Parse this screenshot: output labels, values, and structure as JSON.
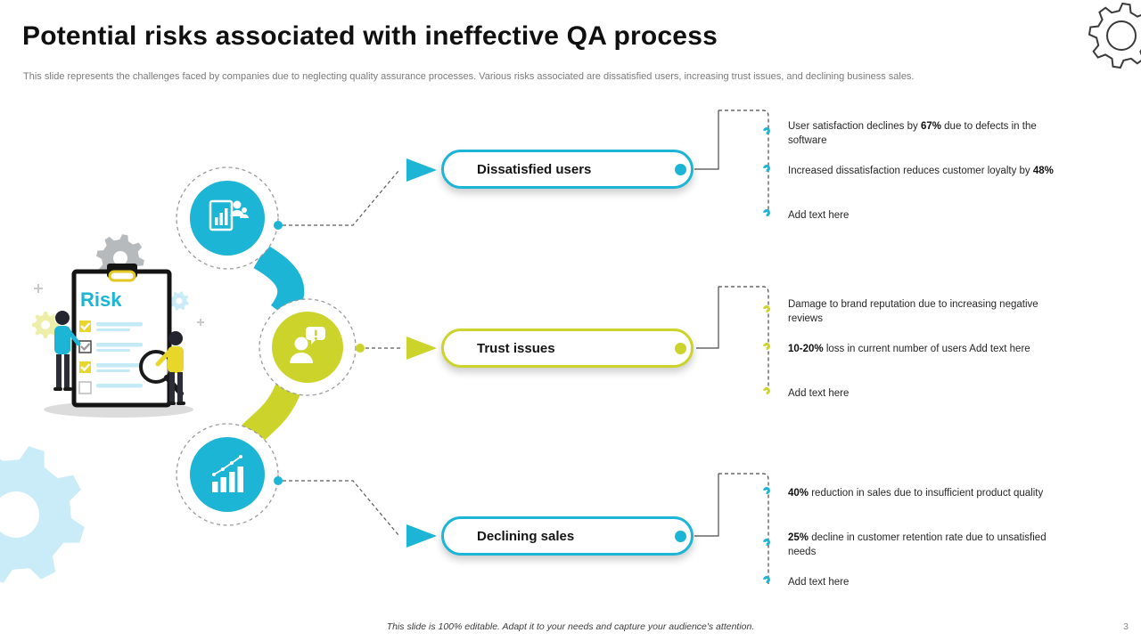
{
  "slide": {
    "title": "Potential risks associated with ineffective QA process",
    "subtitle": "This slide represents the challenges faced by companies due to neglecting quality assurance processes. Various risks associated are dissatisfied users, increasing trust issues, and declining business sales.",
    "footer": "This slide is 100% editable. Adapt it to your needs and capture your audience's attention.",
    "page_number": "3"
  },
  "illustration": {
    "risk_label": "Risk"
  },
  "icons": {
    "top_right": "gear",
    "bottom_left": "gear",
    "node_1": "report-with-users",
    "node_2": "user-with-exclamation-bubble",
    "node_3": "growth-bar-chart",
    "left_scene": "risk-clipboard-checklist-with-people-and-magnifier"
  },
  "colors": {
    "accent_cyan": "#1cb5d6",
    "accent_yellow": "#ccd32b",
    "light_blue": "#c9ecf8",
    "text_dark": "#101010",
    "text_gray": "#7a7a7a"
  },
  "groups": [
    {
      "label": "Dissatisfied users",
      "bullets": [
        {
          "pre": "User satisfaction declines by ",
          "bold": "67%",
          "post": " due to defects in the software"
        },
        {
          "pre": "Increased dissatisfaction reduces customer loyalty by ",
          "bold": "48%",
          "post": ""
        },
        {
          "pre": "Add text here",
          "bold": "",
          "post": ""
        }
      ]
    },
    {
      "label": "Trust issues",
      "bullets": [
        {
          "pre": "Damage to brand reputation due to increasing negative reviews",
          "bold": "",
          "post": ""
        },
        {
          "pre": "",
          "bold": "10-20%",
          "post": " loss in current number of users Add text here"
        },
        {
          "pre": "Add text here",
          "bold": "",
          "post": ""
        }
      ]
    },
    {
      "label": "Declining sales",
      "bullets": [
        {
          "pre": "",
          "bold": "40%",
          "post": " reduction in sales due to insufficient product quality"
        },
        {
          "pre": "",
          "bold": "25%",
          "post": " decline in customer retention rate due to unsatisfied needs"
        },
        {
          "pre": "Add text here",
          "bold": "",
          "post": ""
        }
      ]
    }
  ]
}
